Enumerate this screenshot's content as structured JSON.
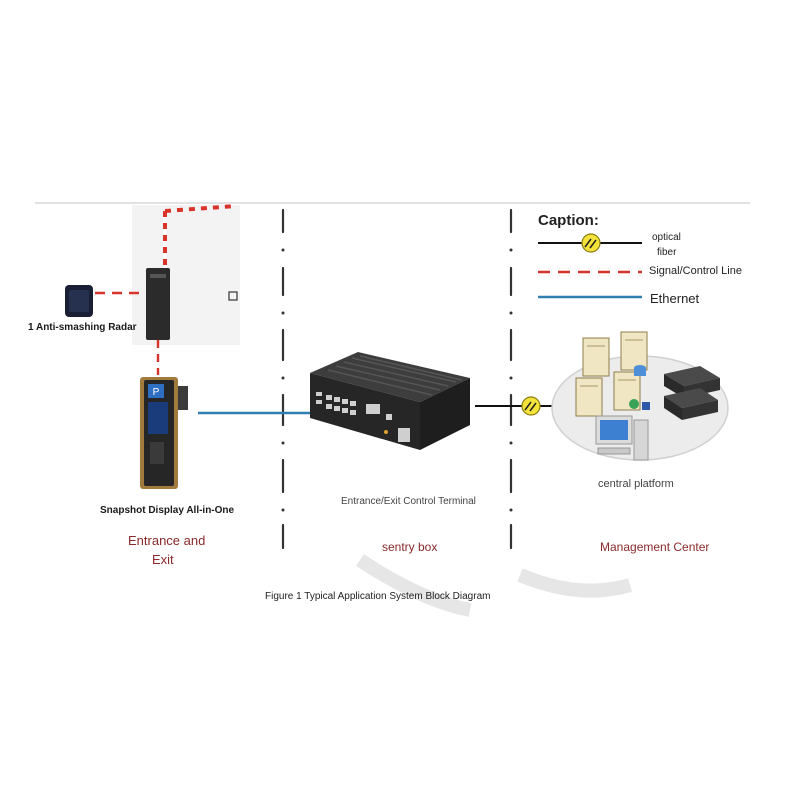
{
  "legend": {
    "title": "Caption:",
    "optical_fiber": "optical\nfiber",
    "optical_fiber_line1": "optical",
    "optical_fiber_line2": "fiber",
    "signal_control": "Signal/Control Line",
    "ethernet": "Ethernet"
  },
  "devices": {
    "radar": "1 Anti-smashing Radar",
    "snapshot": "Snapshot Display All-in-One",
    "terminal": "Entrance/Exit Control Terminal",
    "platform": "central platform"
  },
  "zones": {
    "entrance_line1": "Entrance and",
    "entrance_line2": "Exit",
    "sentry": "sentry box",
    "management": "Management Center"
  },
  "caption": "Figure 1 Typical Application System Block Diagram",
  "colors": {
    "zone_text": "#8a2a2a",
    "signal_line": "#d9342b",
    "ethernet_line": "#2f7fb0",
    "fiber_icon": "#f2e23a",
    "divider": "#333333"
  }
}
